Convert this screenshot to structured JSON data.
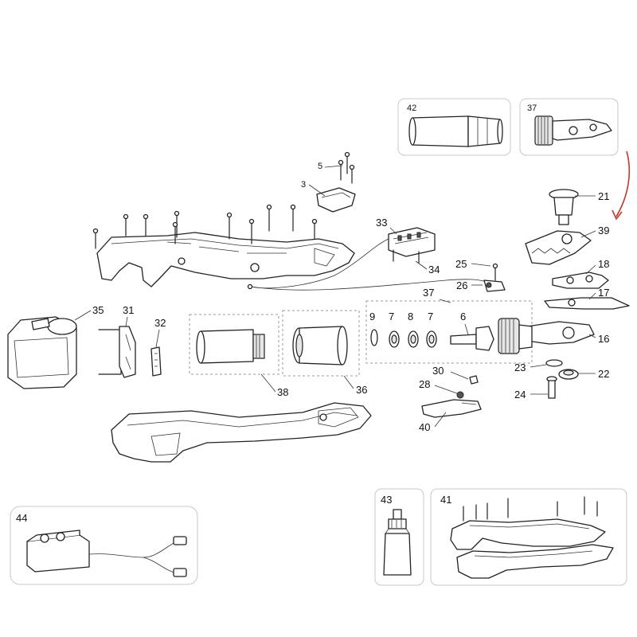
{
  "labels": {
    "p3": "3",
    "p5": "5",
    "p6": "6",
    "p7a": "7",
    "p7b": "7",
    "p8": "8",
    "p9": "9",
    "p16": "16",
    "p17": "17",
    "p18": "18",
    "p21": "21",
    "p22": "22",
    "p23": "23",
    "p24": "24",
    "p25": "25",
    "p26": "26",
    "p28": "28",
    "p30": "30",
    "p31": "31",
    "p32": "32",
    "p33": "33",
    "p34": "34",
    "p35": "35",
    "p36": "36",
    "p37": "37",
    "p37box": "37",
    "p38": "38",
    "p39": "39",
    "p40": "40",
    "p41": "41",
    "p42": "42",
    "p43": "43",
    "p44": "44"
  },
  "colors": {
    "arrow": "#c0392b",
    "box_border": "#c8c8c8",
    "line": "#222222"
  }
}
